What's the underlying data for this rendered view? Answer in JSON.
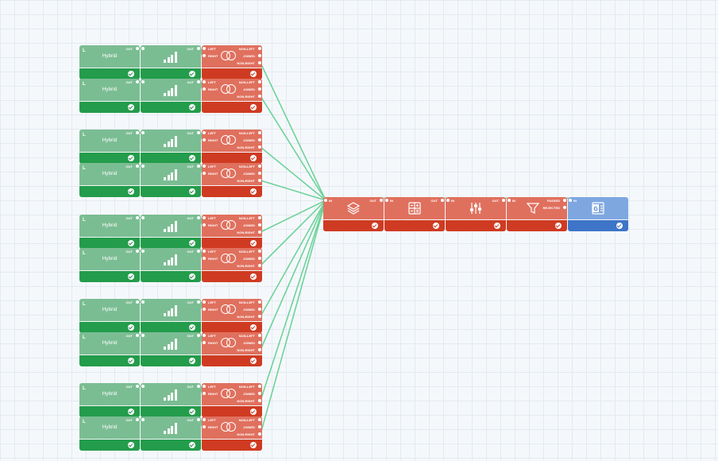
{
  "labels": {
    "hybrid": "Hybrid",
    "l_marker": "L",
    "out": "OUT",
    "in": "IN",
    "left": "LEFT",
    "right": "RIGHT",
    "non_left": "NON-LEFT",
    "joined": "JOINED",
    "non_right": "NON-RIGHT",
    "passed": "PASSED",
    "rejected": "REJECTED"
  },
  "icons": {
    "source": "hybrid-source-icon",
    "chart": "bar-chart-icon",
    "join": "join-venn-icon",
    "union": "layers-icon",
    "formula": "calculator-icon",
    "sliders": "sliders-icon",
    "filter": "filter-funnel-icon",
    "sheets": "spreadsheet-output-icon"
  },
  "colors": {
    "canvas": "#f5f8fb",
    "grid": "#e3eaf1",
    "source_body": "#7bbd93",
    "source_bar": "#239c4b",
    "transform_body": "#e0705e",
    "transform_bar": "#cf3b22",
    "output_body": "#7ea7e0",
    "output_bar": "#3e75c8",
    "wire": "#6dd39a"
  }
}
